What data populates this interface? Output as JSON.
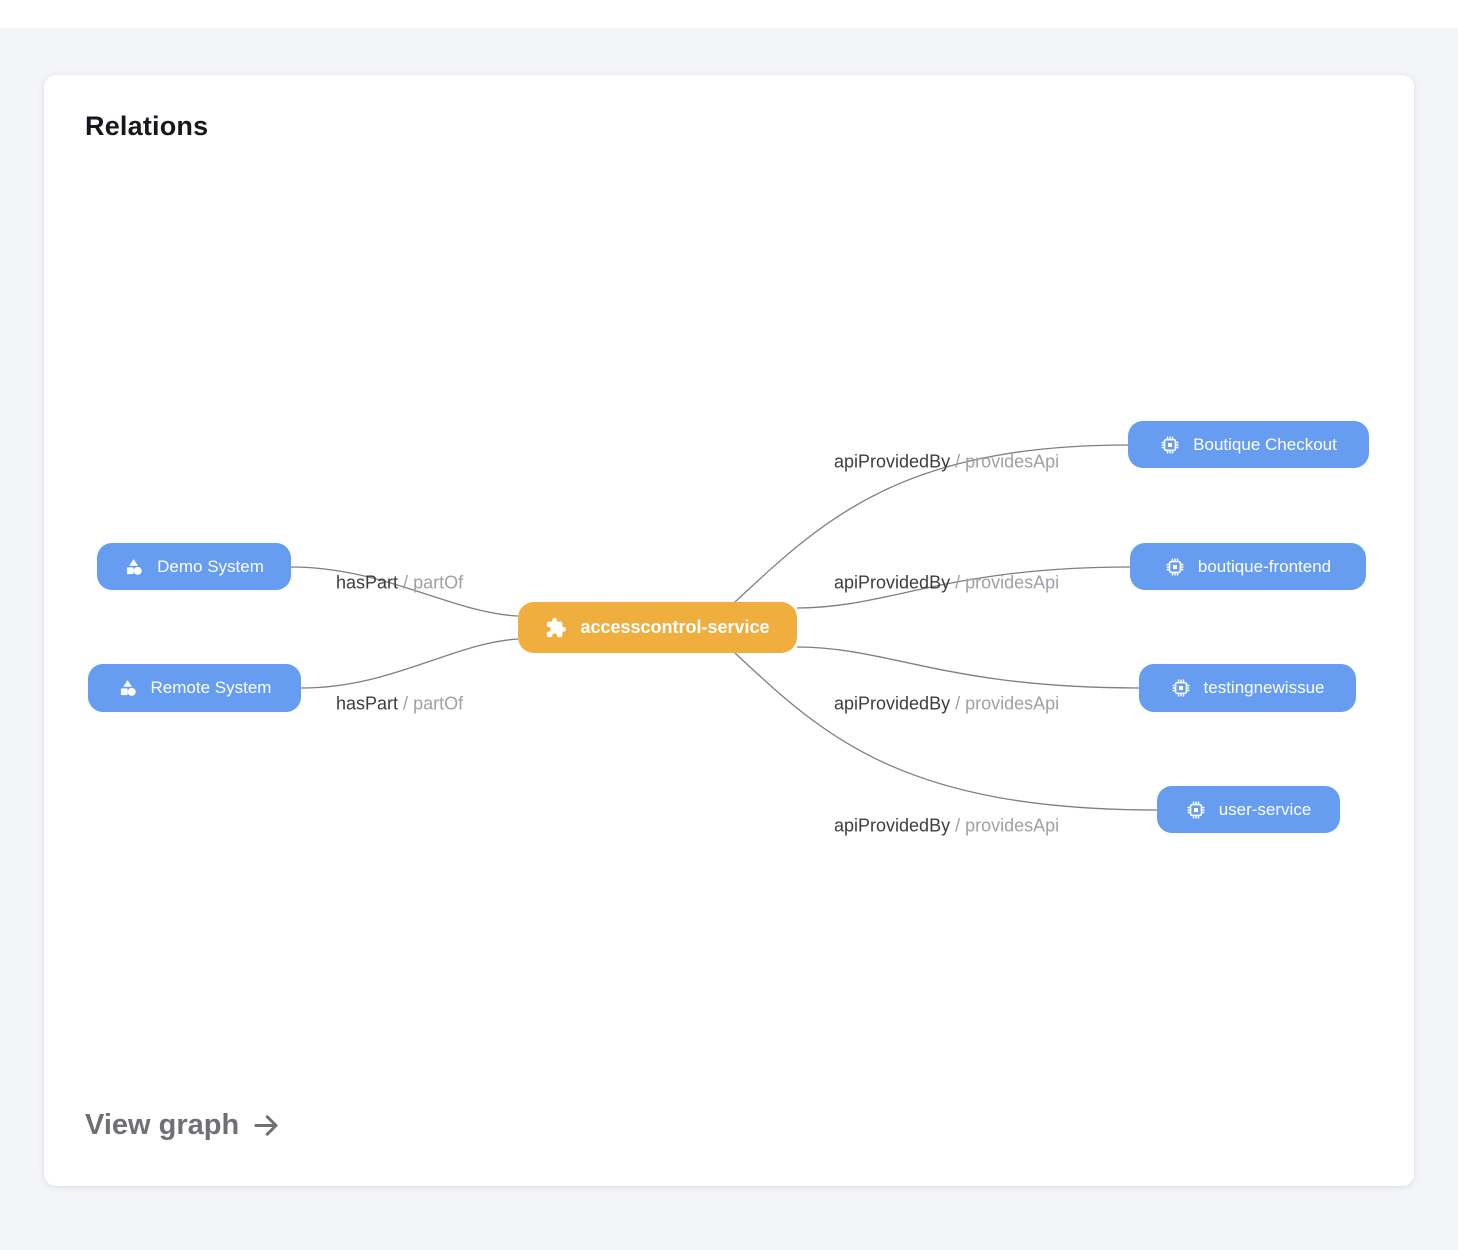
{
  "card": {
    "title": "Relations",
    "view_graph_label": "View graph"
  },
  "colors": {
    "page_bg": "#f4f5f9",
    "card_bg": "#ffffff",
    "primary_node": "#f0ae3e",
    "secondary_node": "#669df1",
    "edge_line": "#7f7f7f",
    "relation_text": "#3d3d3d",
    "inverse_text": "#9ea1a6",
    "node_text": "#ffffff"
  },
  "graph": {
    "center_node": {
      "label": "accesscontrol-service",
      "icon": "puzzle-icon"
    },
    "left_nodes": [
      {
        "label": "Demo System",
        "icon": "shapes-icon"
      },
      {
        "label": "Remote System",
        "icon": "shapes-icon"
      }
    ],
    "right_nodes": [
      {
        "label": "Boutique Checkout",
        "icon": "chip-icon"
      },
      {
        "label": "boutique-frontend",
        "icon": "chip-icon"
      },
      {
        "label": "testingnewissue",
        "icon": "chip-icon"
      },
      {
        "label": "user-service",
        "icon": "chip-icon"
      }
    ],
    "edges": [
      {
        "relation": "hasPart",
        "separator": "/",
        "inverse": "partOf",
        "source": "Demo System",
        "target": "accesscontrol-service"
      },
      {
        "relation": "hasPart",
        "separator": "/",
        "inverse": "partOf",
        "source": "Remote System",
        "target": "accesscontrol-service"
      },
      {
        "relation": "apiProvidedBy",
        "separator": "/",
        "inverse": "providesApi",
        "source": "accesscontrol-service",
        "target": "Boutique Checkout"
      },
      {
        "relation": "apiProvidedBy",
        "separator": "/",
        "inverse": "providesApi",
        "source": "accesscontrol-service",
        "target": "boutique-frontend"
      },
      {
        "relation": "apiProvidedBy",
        "separator": "/",
        "inverse": "providesApi",
        "source": "accesscontrol-service",
        "target": "testingnewissue"
      },
      {
        "relation": "apiProvidedBy",
        "separator": "/",
        "inverse": "providesApi",
        "source": "accesscontrol-service",
        "target": "user-service"
      }
    ]
  }
}
